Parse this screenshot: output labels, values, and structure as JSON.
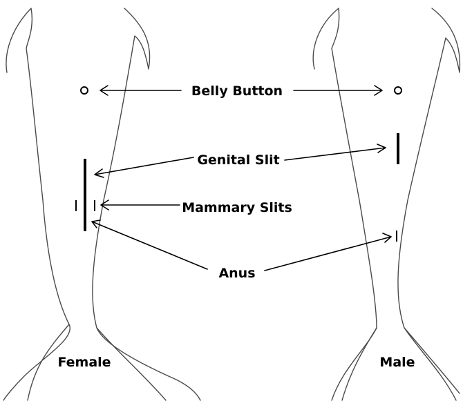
{
  "labels": {
    "belly_button": "Belly Button",
    "genital_slit": "Genital Slit",
    "mammary_slits": "Mammary Slits",
    "anus": "Anus",
    "female": "Female",
    "male": "Male"
  }
}
